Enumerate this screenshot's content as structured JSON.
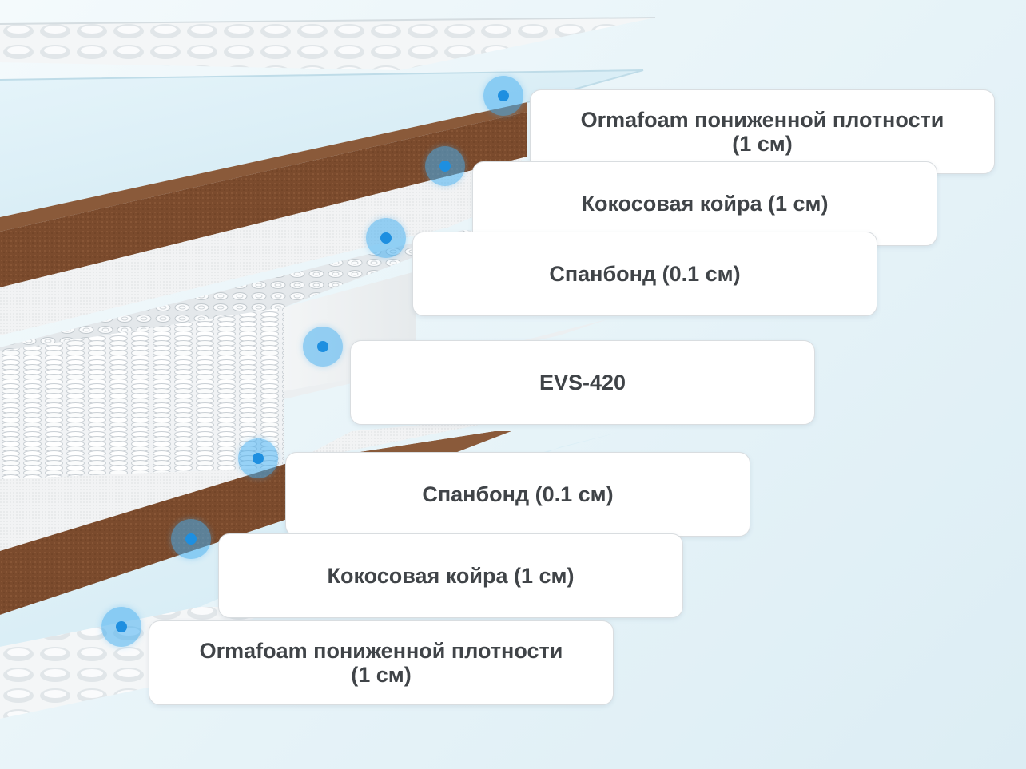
{
  "layers": [
    {
      "line1": "Ormafoam пониженной плотности",
      "line2": "(1 см)"
    },
    {
      "line1": "Кокосовая койра (1 см)",
      "line2": ""
    },
    {
      "line1": "Спанбонд (0.1 см)",
      "line2": ""
    },
    {
      "line1": "EVS-420",
      "line2": ""
    },
    {
      "line1": "Спанбонд (0.1 см)",
      "line2": ""
    },
    {
      "line1": "Кокосовая койра (1 см)",
      "line2": ""
    },
    {
      "line1": "Ormafoam пониженной плотности",
      "line2": "(1 см)"
    }
  ],
  "colors": {
    "coir": "#7a4a2c",
    "foam": "#dceff7",
    "spunbond": "#f3f4f5",
    "spring": "#f7f8f9",
    "marker": "#1e8fe0"
  }
}
